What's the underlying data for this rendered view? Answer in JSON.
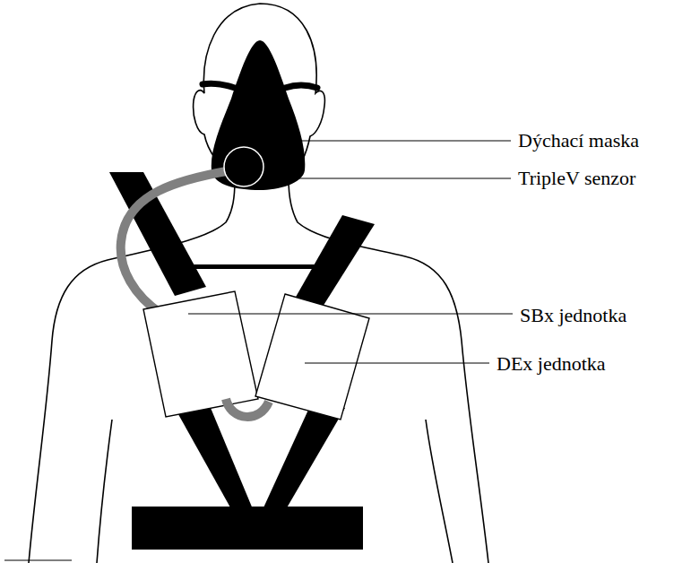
{
  "diagram": {
    "labels": [
      "Dýchací maska",
      "TripleV senzor",
      "SBx jednotka",
      "DEx jednotka"
    ]
  }
}
